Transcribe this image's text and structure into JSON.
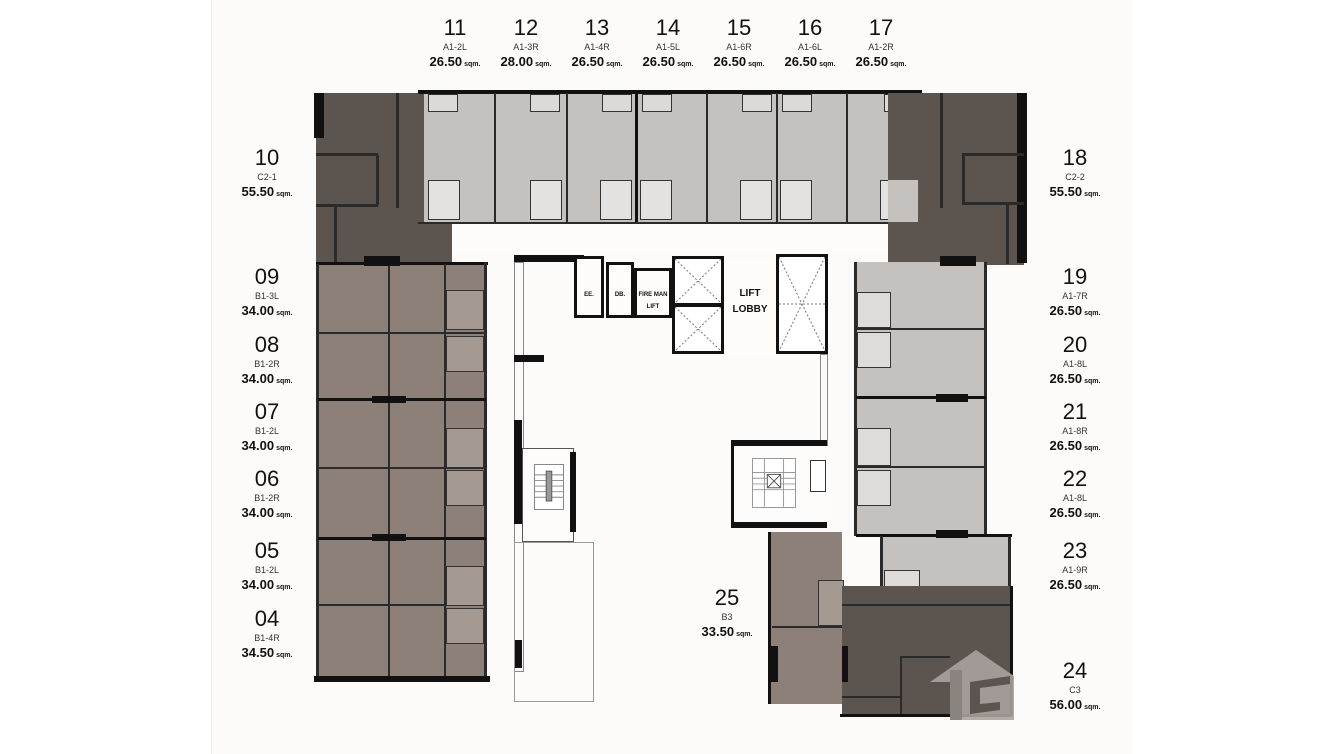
{
  "plan": {
    "colors": {
      "background": "#ffffff",
      "panel": "#fcfbf9",
      "unit_dark": "#5c544f",
      "unit_mid": "#8c8078",
      "unit_light": "#c5c1be",
      "wall": "#111111"
    },
    "area_unit": "sqm.",
    "core": {
      "ee_label": "EE.",
      "db_label": "DB.",
      "fireman_lift_label_1": "FIRE MAN",
      "fireman_lift_label_2": "LIFT",
      "lift_lobby_label_1": "LIFT",
      "lift_lobby_label_2": "LOBBY"
    },
    "units": {
      "u04": {
        "number": "04",
        "type": "B1-4R",
        "area": "34.50"
      },
      "u05": {
        "number": "05",
        "type": "B1-2L",
        "area": "34.00"
      },
      "u06": {
        "number": "06",
        "type": "B1-2R",
        "area": "34.00"
      },
      "u07": {
        "number": "07",
        "type": "B1-2L",
        "area": "34.00"
      },
      "u08": {
        "number": "08",
        "type": "B1-2R",
        "area": "34.00"
      },
      "u09": {
        "number": "09",
        "type": "B1-3L",
        "area": "34.00"
      },
      "u10": {
        "number": "10",
        "type": "C2-1",
        "area": "55.50"
      },
      "u11": {
        "number": "11",
        "type": "A1-2L",
        "area": "26.50"
      },
      "u12": {
        "number": "12",
        "type": "A1-3R",
        "area": "28.00"
      },
      "u13": {
        "number": "13",
        "type": "A1-4R",
        "area": "26.50"
      },
      "u14": {
        "number": "14",
        "type": "A1-5L",
        "area": "26.50"
      },
      "u15": {
        "number": "15",
        "type": "A1-6R",
        "area": "26.50"
      },
      "u16": {
        "number": "16",
        "type": "A1-6L",
        "area": "26.50"
      },
      "u17": {
        "number": "17",
        "type": "A1-2R",
        "area": "26.50"
      },
      "u18": {
        "number": "18",
        "type": "C2-2",
        "area": "55.50"
      },
      "u19": {
        "number": "19",
        "type": "A1-7R",
        "area": "26.50"
      },
      "u20": {
        "number": "20",
        "type": "A1-8L",
        "area": "26.50"
      },
      "u21": {
        "number": "21",
        "type": "A1-8R",
        "area": "26.50"
      },
      "u22": {
        "number": "22",
        "type": "A1-8L",
        "area": "26.50"
      },
      "u23": {
        "number": "23",
        "type": "A1-9R",
        "area": "26.50"
      },
      "u24": {
        "number": "24",
        "type": "C3",
        "area": "56.00"
      },
      "u25": {
        "number": "25",
        "type": "B3",
        "area": "33.50"
      }
    }
  }
}
